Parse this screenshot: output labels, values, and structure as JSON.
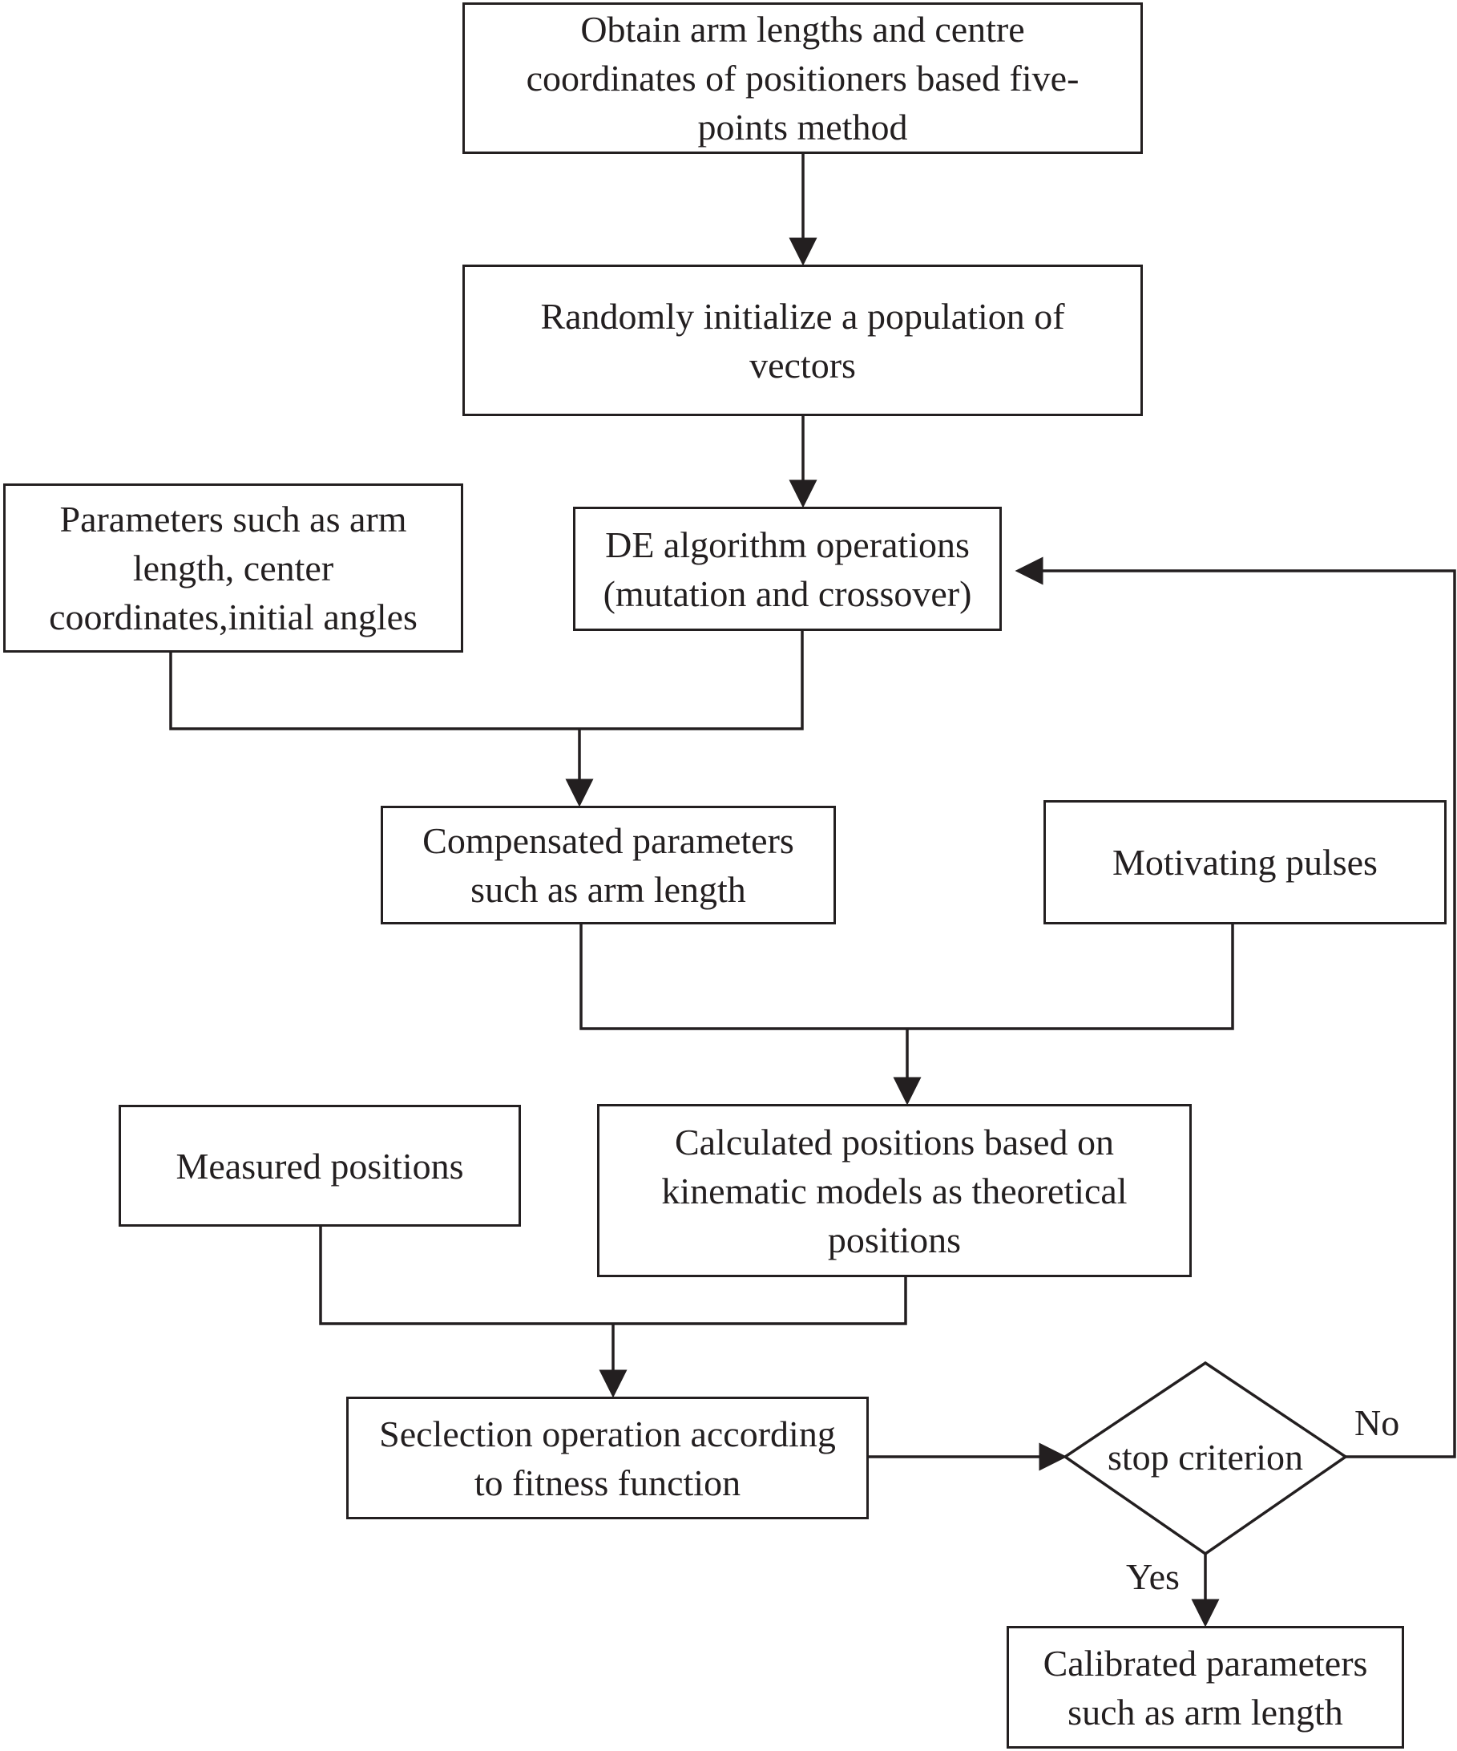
{
  "flowchart": {
    "nodes": {
      "obtain": {
        "lines": [
          "Obtain arm lengths and centre",
          "coordinates of positioners based five-",
          "points method"
        ]
      },
      "init": {
        "lines": [
          "Randomly initialize a population of",
          "vectors"
        ]
      },
      "params": {
        "lines": [
          "Parameters such as arm",
          "length, center",
          "coordinates,initial angles"
        ]
      },
      "de_ops": {
        "lines": [
          "DE algorithm operations",
          "(mutation and crossover)"
        ]
      },
      "compensated": {
        "lines": [
          "Compensated parameters",
          "such as arm length"
        ]
      },
      "pulses": {
        "lines": [
          "Motivating pulses"
        ]
      },
      "measured": {
        "lines": [
          "Measured positions"
        ]
      },
      "calculated": {
        "lines": [
          "Calculated positions based on",
          "kinematic models as theoretical",
          "positions"
        ]
      },
      "selection": {
        "lines": [
          "Seclection operation according",
          "to fitness function"
        ]
      },
      "stop": {
        "label": "stop criterion"
      },
      "calibrated": {
        "lines": [
          "Calibrated parameters",
          "such as arm length"
        ]
      }
    },
    "edge_labels": {
      "no": "No",
      "yes": "Yes"
    },
    "colors": {
      "stroke": "#231f20",
      "background": "#ffffff"
    }
  }
}
